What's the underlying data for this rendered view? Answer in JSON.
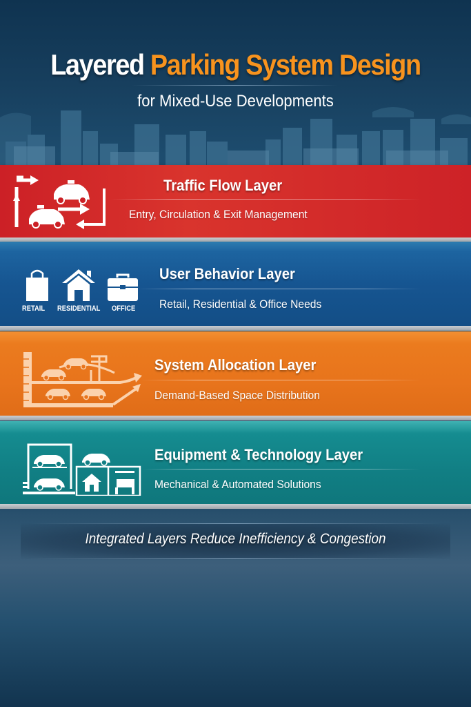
{
  "header": {
    "title_part1": "Layered",
    "title_part2": "Parking System Design",
    "subtitle": "for Mixed-Use Developments"
  },
  "colors": {
    "background": "#1d4c6e",
    "title_accent": "#f7931e",
    "traffic_layer": "#cc2026",
    "user_layer": "#165591",
    "allocation_layer": "#e8741c",
    "equipment_layer": "#117f84"
  },
  "layers": [
    {
      "title": "Traffic Flow Layer",
      "subtitle": "Entry, Circulation & Exit Management",
      "icon": "traffic-flow-cars-arrows-icon"
    },
    {
      "title": "User Behavior Layer",
      "subtitle": "Retail, Residential & Office Needs",
      "icon_labels": [
        "RETAIL",
        "RESIDENTIAL",
        "OFFICE"
      ],
      "icons": [
        "shopping-bag-icon",
        "house-icon",
        "briefcase-icon"
      ]
    },
    {
      "title": "System Allocation Layer",
      "subtitle": "Demand-Based Space Distribution",
      "icon": "parking-allocation-chart-icon"
    },
    {
      "title": "Equipment & Technology Layer",
      "subtitle": "Mechanical & Automated Solutions",
      "icon": "mechanical-parking-lift-icon"
    }
  ],
  "footer": {
    "tagline": "Integrated Layers Reduce Inefficiency & Congestion"
  }
}
